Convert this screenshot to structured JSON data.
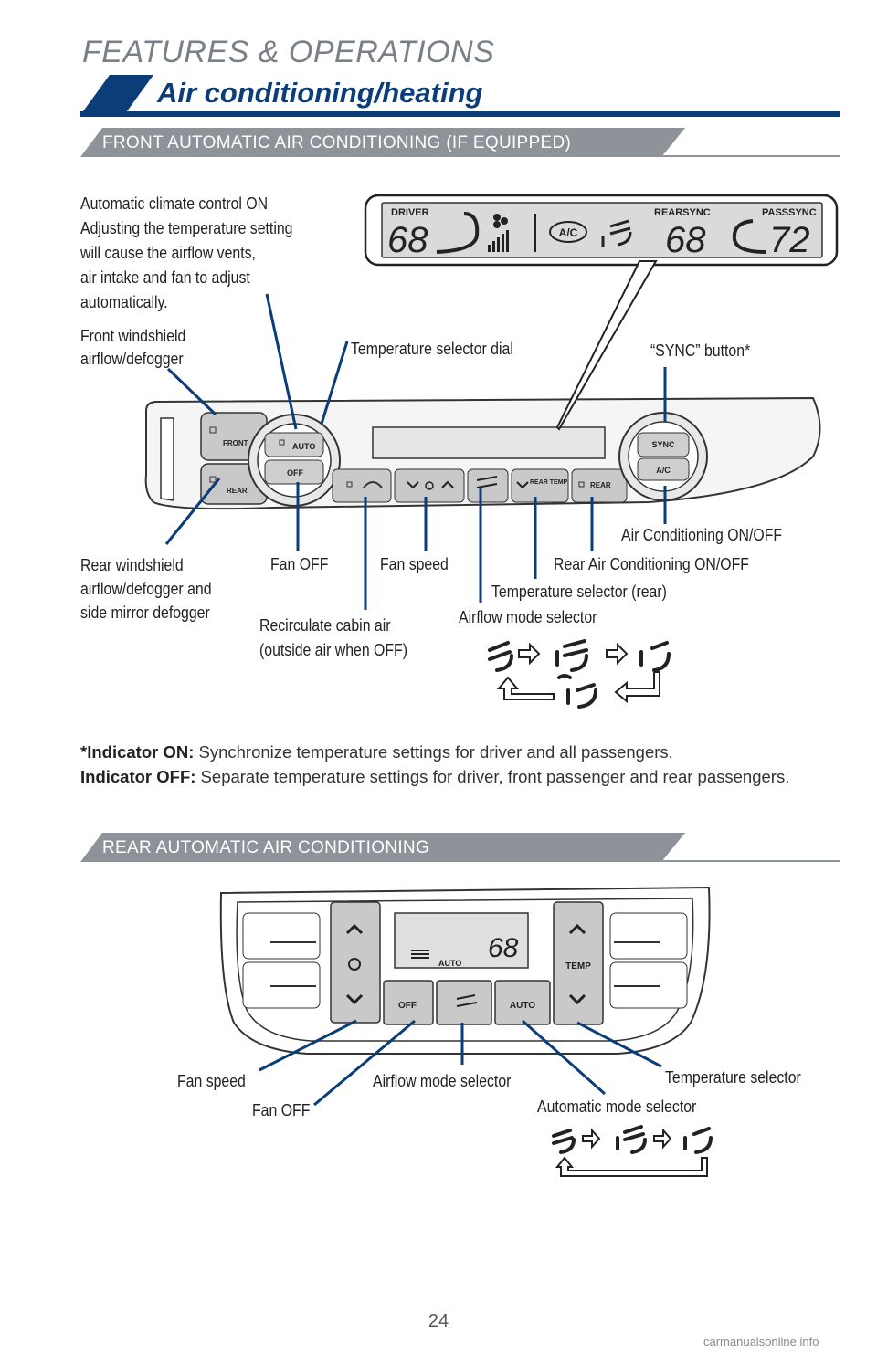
{
  "header": {
    "section": "FEATURES & OPERATIONS",
    "title": "Air conditioning/heating"
  },
  "front": {
    "heading": "FRONT AUTOMATIC AIR CONDITIONING (IF EQUIPPED)",
    "display": {
      "driver_label": "DRIVER",
      "driver_temp": "68",
      "ac_label": "A/C",
      "rearsync_label": "REARSYNC",
      "rear_temp": "68",
      "passsync_label": "PASSSYNC",
      "pass_temp": "72"
    },
    "panel": {
      "front": "FRONT",
      "rear": "REAR",
      "auto": "AUTO",
      "off": "OFF",
      "rear_temp": "REAR TEMP",
      "rear_btn": "REAR",
      "sync": "SYNC",
      "ac": "A/C"
    },
    "callouts": {
      "auto_climate": [
        "Automatic climate control ON",
        "Adjusting the temperature setting",
        "will cause the airflow vents,",
        "air intake and fan to adjust",
        "automatically."
      ],
      "front_windshield": [
        "Front windshield",
        "airflow/defogger"
      ],
      "temp_dial": "Temperature selector dial",
      "sync_button": "“SYNC” button*",
      "ac_onoff": "Air Conditioning ON/OFF",
      "rear_windshield": [
        "Rear windshield",
        "airflow/defogger and",
        "side mirror defogger"
      ],
      "fan_off": "Fan OFF",
      "fan_speed": "Fan speed",
      "rear_ac": "Rear Air Conditioning ON/OFF",
      "temp_rear": "Temperature selector (rear)",
      "airflow_mode": "Airflow mode selector",
      "recirc": [
        "Recirculate cabin air",
        "(outside air when OFF)"
      ]
    }
  },
  "note": {
    "on_label": "*Indicator ON:",
    "on_text": " Synchronize temperature settings for driver and all passengers.",
    "off_label": "Indicator OFF:",
    "off_text": " Separate temperature settings for driver, front passenger and rear passengers."
  },
  "rear": {
    "heading": "REAR AUTOMATIC AIR CONDITIONING",
    "display": {
      "temp": "68",
      "auto": "AUTO"
    },
    "panel": {
      "off": "OFF",
      "auto": "AUTO",
      "temp": "TEMP"
    },
    "callouts": {
      "fan_speed": "Fan speed",
      "fan_off": "Fan OFF",
      "airflow_mode": "Airflow mode selector",
      "auto_mode": "Automatic mode selector",
      "temp_selector": "Temperature selector"
    }
  },
  "footer": {
    "page": "24",
    "watermark": "carmanualsonline.info"
  },
  "colors": {
    "navy": "#0b3d78",
    "grey_bar": "#8e939a",
    "callout_line": "#0b3d78"
  }
}
